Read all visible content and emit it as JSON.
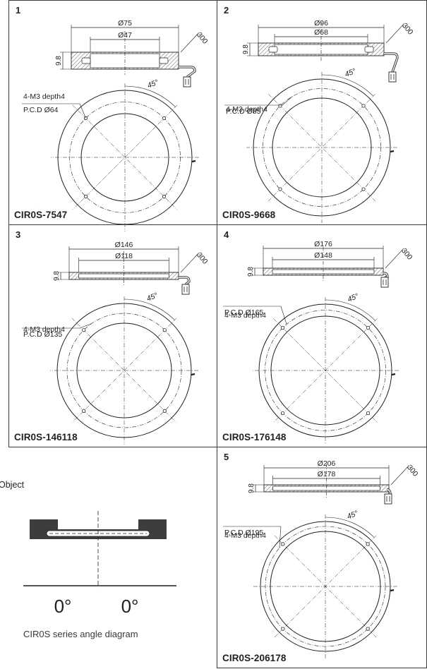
{
  "panels": [
    {
      "num": "1",
      "model": "CIR0S-7547",
      "outer_dia": "Ø75",
      "inner_dia": "Ø47",
      "thickness": "9.8",
      "cable": "300",
      "angle": "45°",
      "hole_spec": "4-M3 depth4",
      "pcd": "P.C.D Ø64"
    },
    {
      "num": "2",
      "model": "CIR0S-9668",
      "outer_dia": "Ø96",
      "inner_dia": "Ø68",
      "thickness": "9.8",
      "cable": "300",
      "angle": "45°",
      "hole_spec": "4-M3 depth4",
      "pcd": "P.C.D Ø85"
    },
    {
      "num": "3",
      "model": "CIR0S-146118",
      "outer_dia": "Ø146",
      "inner_dia": "Ø118",
      "thickness": "9.8",
      "cable": "300",
      "angle": "45°",
      "hole_spec": "4-M3 depth4",
      "pcd": "P.C.D Ø135"
    },
    {
      "num": "4",
      "model": "CIR0S-176148",
      "outer_dia": "Ø176",
      "inner_dia": "Ø148",
      "thickness": "9.8",
      "cable": "300",
      "angle": "45°",
      "hole_spec": "4-M3 depth4",
      "pcd": "P.C.D Ø165"
    },
    {
      "num": "5",
      "model": "CIR0S-206178",
      "outer_dia": "Ø206",
      "inner_dia": "Ø178",
      "thickness": "9.8",
      "cable": "300",
      "angle": "45°",
      "hole_spec": "4-M3 depth4",
      "pcd": "P.C.D Ø195"
    }
  ],
  "angle_diagram": {
    "object_label": "Object",
    "angle_left": "0°",
    "angle_right": "0°",
    "caption": "CIR0S series angle diagram"
  }
}
